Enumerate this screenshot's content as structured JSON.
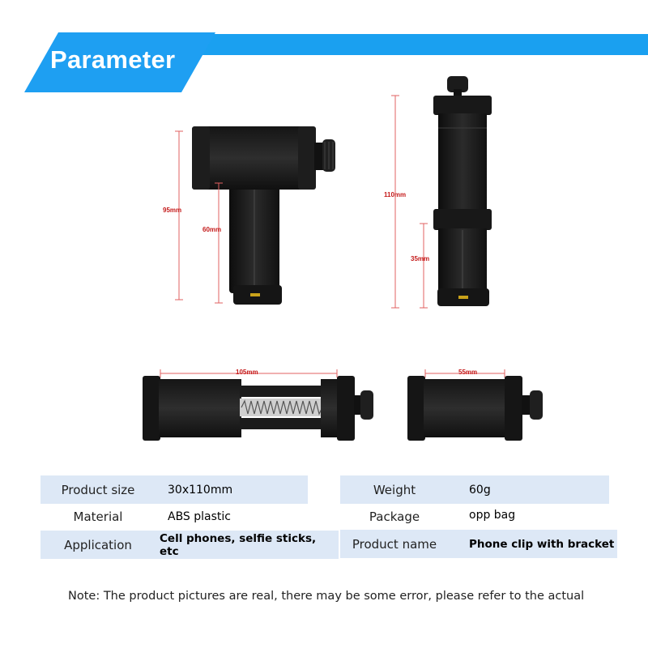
{
  "header": {
    "title": "Parameter"
  },
  "dimensions": {
    "front_total_height": "95mm",
    "front_post_height": "60mm",
    "side_max_height": "110mm",
    "side_min_height": "35mm",
    "max_width": "105mm",
    "min_width": "55mm"
  },
  "specs": [
    {
      "label": "Product size",
      "value": "30x110mm"
    },
    {
      "label": "Weight",
      "value": "60g"
    },
    {
      "label": "Material",
      "value": "ABS plastic"
    },
    {
      "label": "Package",
      "value": "opp bag"
    },
    {
      "label": "Application",
      "value": "Cell phones, selfie sticks, etc"
    },
    {
      "label": "Product name",
      "value": "Phone clip with bracket"
    }
  ],
  "note": "Note: The product pictures are real, there may be some error, please refer to the actual",
  "colors": {
    "accent": "#1e9ff2",
    "dimension": "#c41a1a",
    "table_shade": "#dde8f6",
    "product": "#1c1c1c"
  }
}
